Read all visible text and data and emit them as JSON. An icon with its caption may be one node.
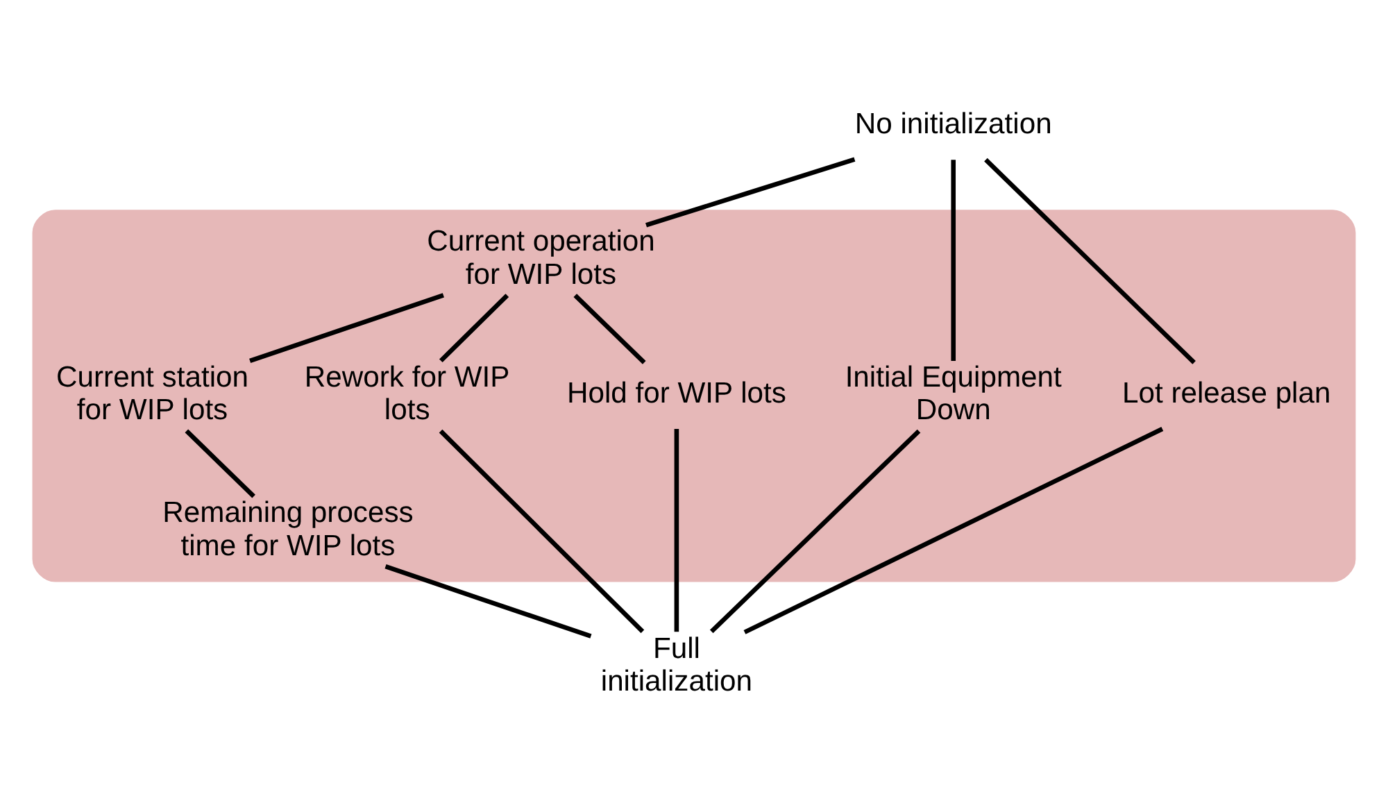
{
  "diagram": {
    "nodes": [
      {
        "text": [
          "No initialization"
        ]
      },
      {
        "text": [],
        "shape": "band"
      },
      {
        "text": [
          "Current operation for WIP lots"
        ],
        "in": 1
      },
      {
        "text": [
          "Lot release plan"
        ],
        "in": 1
      },
      {
        "text": [
          "Hold for WIP lots"
        ],
        "in": 1
      },
      {
        "text": [
          "Rework for WIP lots"
        ],
        "in": 1
      },
      {
        "text": [
          "Current station for WIP lots"
        ],
        "in": 1
      },
      {
        "text": [
          "Initial Equipment Down"
        ],
        "in": 1
      },
      {
        "text": [
          "Remaining process time for WIP lots"
        ],
        "in": 1
      },
      {
        "text": [
          "Full initialization"
        ]
      }
    ],
    "edges": [
      {
        "from": 0,
        "to": 3,
        "arrow": "none"
      },
      {
        "from": 0,
        "to": 2,
        "arrow": "none"
      },
      {
        "from": 0,
        "to": 7,
        "arrow": "none"
      },
      {
        "from": 2,
        "to": 4,
        "arrow": "none"
      },
      {
        "from": 2,
        "to": 5,
        "arrow": "none"
      },
      {
        "from": 2,
        "to": 6,
        "arrow": "none"
      },
      {
        "from": 6,
        "to": 8,
        "arrow": "none"
      },
      {
        "from": 3,
        "to": 9,
        "arrow": "none"
      },
      {
        "from": 4,
        "to": 9,
        "arrow": "none"
      },
      {
        "from": 5,
        "to": 9,
        "arrow": "none"
      },
      {
        "from": 8,
        "to": 9,
        "arrow": "none"
      },
      {
        "from": 7,
        "to": 9,
        "arrow": "none"
      }
    ]
  }
}
